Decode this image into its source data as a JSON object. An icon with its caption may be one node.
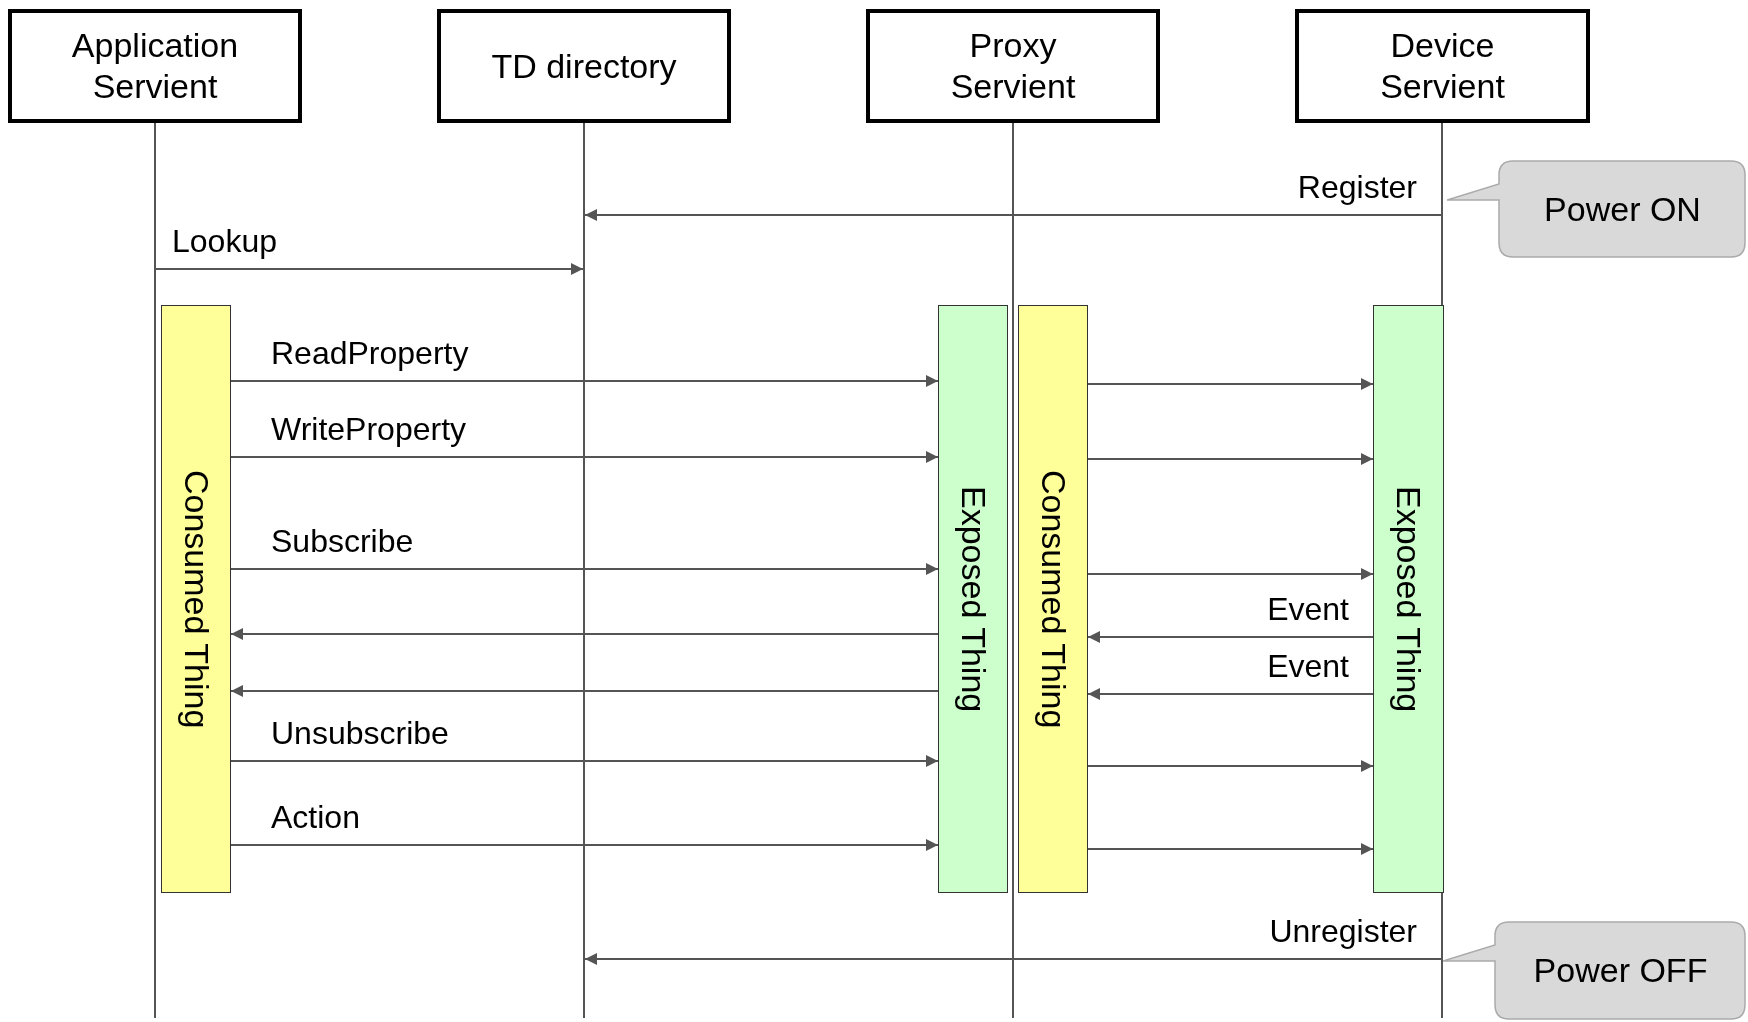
{
  "diagram": {
    "nodes": [
      {
        "text": [
          "Application Servient"
        ]
      },
      {
        "text": [
          "TD directory"
        ]
      },
      {
        "text": [
          "Proxy Servient"
        ]
      },
      {
        "text": [
          "Device Servient"
        ]
      },
      {
        "text": [],
        "shape": "line"
      },
      {
        "text": [],
        "shape": "line"
      },
      {
        "text": [],
        "shape": "line"
      },
      {
        "text": [],
        "shape": "line"
      },
      {
        "text": [
          "Power ON"
        ]
      },
      {
        "text": [
          "Consumed Thing"
        ]
      },
      {
        "text": [
          "Exposed Thing"
        ]
      },
      {
        "text": [
          "Consumed Thing"
        ]
      },
      {
        "text": [
          "Exposed Thing"
        ]
      },
      {
        "text": [
          "Power OFF"
        ]
      }
    ],
    "edges": [
      {
        "from": 7,
        "to": 5,
        "arrow": "to",
        "label": "Register"
      },
      {
        "from": 4,
        "to": 5,
        "arrow": "to",
        "label": "Lookup"
      },
      {
        "from": 9,
        "to": 10,
        "arrow": "to",
        "label": "ReadProperty"
      },
      {
        "from": 11,
        "to": 12,
        "arrow": "to"
      },
      {
        "from": 9,
        "to": 10,
        "arrow": "to",
        "label": "WriteProperty"
      },
      {
        "from": 11,
        "to": 12,
        "arrow": "to"
      },
      {
        "from": 9,
        "to": 10,
        "arrow": "to",
        "label": "Subscribe"
      },
      {
        "from": 11,
        "to": 12,
        "arrow": "to"
      },
      {
        "from": 10,
        "to": 9,
        "arrow": "to"
      },
      {
        "from": 12,
        "to": 11,
        "arrow": "to",
        "label": "Event"
      },
      {
        "from": 10,
        "to": 9,
        "arrow": "to"
      },
      {
        "from": 12,
        "to": 11,
        "arrow": "to",
        "label": "Event"
      },
      {
        "from": 9,
        "to": 10,
        "arrow": "to",
        "label": "Unsubscribe"
      },
      {
        "from": 11,
        "to": 12,
        "arrow": "to"
      },
      {
        "from": 9,
        "to": 10,
        "arrow": "to",
        "label": "Action"
      },
      {
        "from": 11,
        "to": 12,
        "arrow": "to"
      },
      {
        "from": 7,
        "to": 5,
        "arrow": "to",
        "label": "Unregister"
      }
    ]
  }
}
